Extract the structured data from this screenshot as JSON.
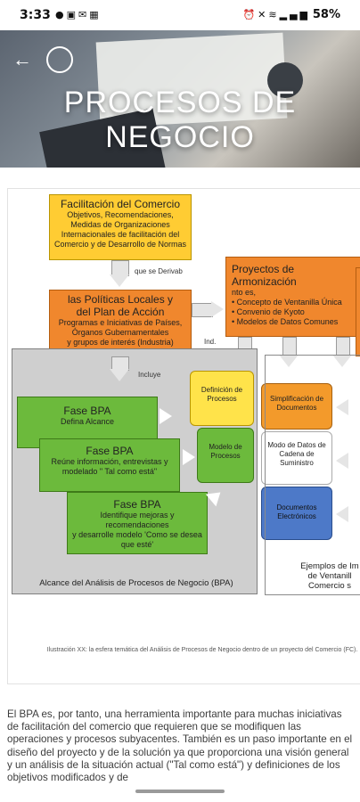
{
  "status_bar": {
    "time": "3:33",
    "battery": "58%"
  },
  "hero": {
    "title": "PROCESOS DE NEGOCIO"
  },
  "diagram": {
    "top_box": {
      "title": "Facilitación del Comercio",
      "lines": [
        "Objetivos, Recomendaciones,",
        "Medidas de Organizaciones",
        "Internacionales de facilitación del",
        "Comercio y de Desarrollo de Normas"
      ]
    },
    "derive_label": "que se Derivab",
    "policies_box": {
      "title_1": "las Políticas Locales y",
      "title_2": "del Plan de Acción",
      "lines": [
        "Programas e Iniciativas de Países,",
        "Órganos Gubernamentales",
        "y grupos de interés (Industria)"
      ]
    },
    "ind_label": "Ind.",
    "harmonization_box": {
      "title": "Proyectos de Armonización",
      "intro": "nto es,",
      "items": [
        "• Concepto de  Ventanilla Única",
        "• Convenio de Kyoto",
        "• Modelos de Datos Comunes"
      ]
    },
    "includes_label": "Incluye",
    "phases": [
      {
        "title": "Fase BPA",
        "lines": [
          "Defina Alcance"
        ]
      },
      {
        "title": "Fase BPA",
        "lines": [
          "Reúne información, entrevistas y",
          "modelado \" Tal como está\""
        ]
      },
      {
        "title": "Fase BPA",
        "lines": [
          "Identifique mejoras y recomendaciones",
          "y desarrolle modelo 'Como se desea",
          "que esté'"
        ]
      }
    ],
    "bpa_scope_label": "Alcance del Análisis de Procesos de Negocio (BPA)",
    "puzzle": {
      "definition": "Definición de Procesos",
      "model": "Modelo de Procesos",
      "simplification": "Simplificación de Documentos",
      "data_model": "Modo de Datos de Cadena de Suministro",
      "electronic_docs": "Documentos Electrónicos"
    },
    "examples_label": [
      "Ejemplos de Im",
      "de Ventanill",
      "Comercio s"
    ],
    "caption": "Ilustración XX: la esfera temática del Análisis de Procesos de Negocio dentro de un proyecto del Comercio (FC)."
  },
  "body_text": "El BPA es, por tanto, una herramienta importante para muchas iniciativas de facilitación del comercio que requieren que se modifiquen las operaciones y procesos subyacentes. También es un paso importante en el diseño del proyecto y de la solución ya que proporciona una visión general y un análisis de la situación actual (\"Tal como está\") y definiciones de los objetivos modificados y de"
}
